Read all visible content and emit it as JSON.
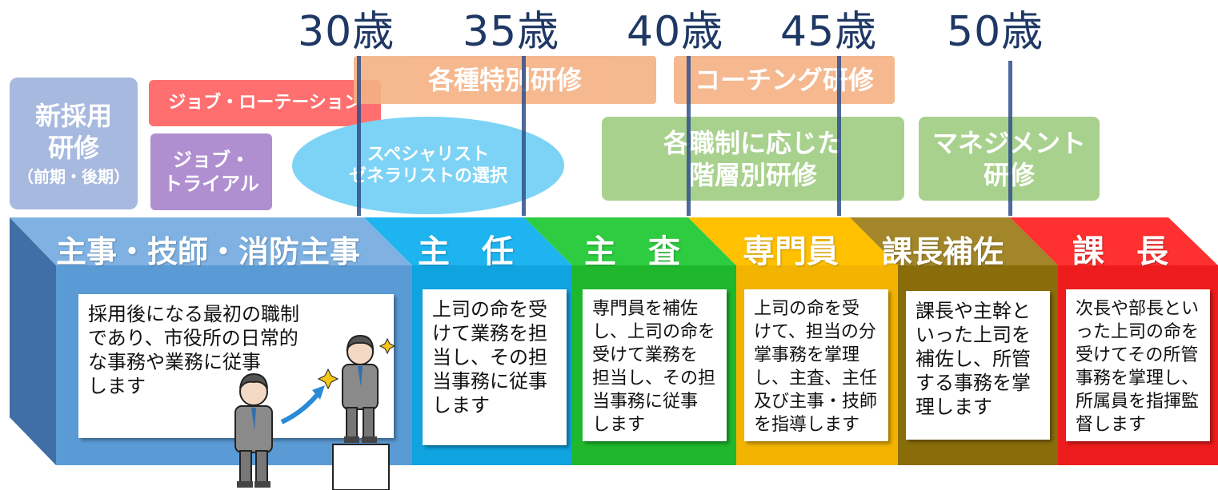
{
  "ages": [
    "30歳",
    "35歳",
    "40歳",
    "45歳",
    "50歳"
  ],
  "trainings": {
    "new_hire": {
      "line1": "新採用",
      "line2": "研修",
      "line3": "（前期・後期）"
    },
    "job_rotation": "ジョブ・ローテーション",
    "job_trial": {
      "line1": "ジョブ・",
      "line2": "トライアル"
    },
    "special": "各種特別研修",
    "coaching": "コーチング研修",
    "specialist": {
      "line1": "スペシャリスト",
      "line2": "ゼネラリストの選択"
    },
    "hierarchical": {
      "line1": "各職制に応じた",
      "line2": "階層別研修"
    },
    "management": {
      "line1": "マネジメント",
      "line2": "研修"
    }
  },
  "stages": [
    {
      "title": "主事・技師・消防主事",
      "description": "採用後になる最初の職制\nであり、市役所の日常的\nな事務や業務に従事\nします",
      "color": "#5b9bd5"
    },
    {
      "title": "主　任",
      "description": "上司の命を受\nけて業務を担\n当し、その担\n当事務に従事\nします",
      "color": "#1eb4f0"
    },
    {
      "title": "主　査",
      "description": "専門員を補佐\nし、上司の命を\n受けて業務を\n担当し、その担\n当事務に従事\nします",
      "color": "#2ecc40"
    },
    {
      "title": "専門員",
      "description": "上司の命を受\nけて、担当の分\n掌事務を掌理\nし、主査、主任\n及び主事・技師\nを指導します",
      "color": "#ffc000"
    },
    {
      "title": "課長補佐",
      "description": "課長や主幹と\nいった上司を\n補佐し、所管\nする事務を掌\n理します",
      "color": "#8a6d0b"
    },
    {
      "title": "課　長",
      "description": "次長や部長とい\nった上司の命を\n受けてその所管\n事務を掌理し、\n所属員を指揮監\n督します",
      "color": "#ff2222"
    }
  ]
}
